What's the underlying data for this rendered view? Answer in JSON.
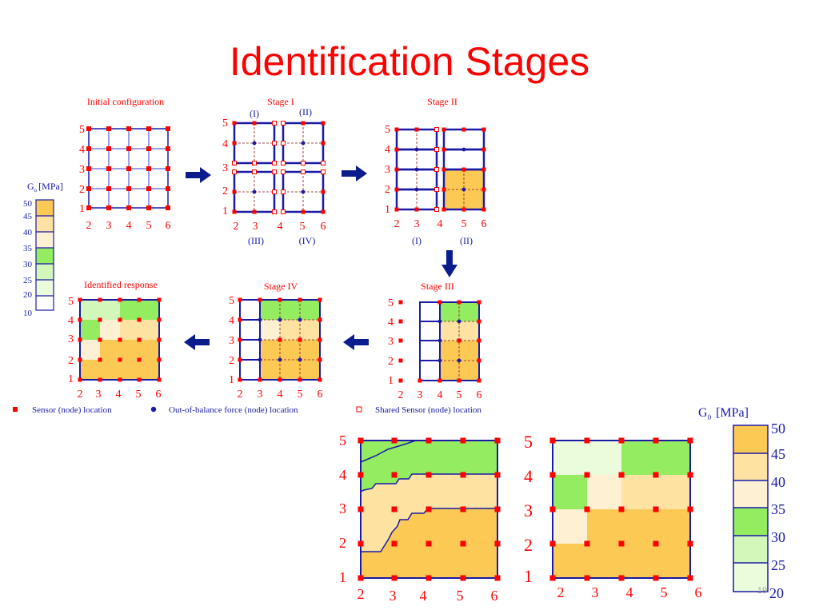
{
  "slide": {
    "title": "Identification Stages",
    "page_number": "19"
  },
  "panels": {
    "initial": "Initial configuration",
    "stage1": "Stage I",
    "stage2": "Stage II",
    "stage3": "Stage III",
    "stage4": "Stage IV",
    "identified": "Identified response"
  },
  "subgrid_labels": {
    "i": "(I)",
    "ii": "(II)",
    "iii": "(III)",
    "iv": "(IV)"
  },
  "axis_ticks": {
    "x": [
      "2",
      "3",
      "4",
      "5",
      "6"
    ],
    "y": [
      "1",
      "2",
      "3",
      "4",
      "5"
    ]
  },
  "legend": {
    "sensor": "Sensor (node) location",
    "force": "Out-of-balance force (node) location",
    "shared": "Shared Sensor (node) location"
  },
  "small_scale": {
    "title": "G",
    "title_sub": "o",
    "title_unit": "[MPa]",
    "ticks": [
      "50",
      "45",
      "40",
      "35",
      "30",
      "25",
      "20",
      "10"
    ]
  },
  "large_scale": {
    "title": "G",
    "title_sub": "0",
    "title_unit": "[MPa]",
    "ticks": [
      "50",
      "45",
      "40",
      "35",
      "30",
      "25",
      "20"
    ]
  },
  "colors": {
    "title": "#ff0000",
    "label_red": "#ff0000",
    "blue_grid": "#1a1aa6",
    "navy_arrow": "#0b1d8c",
    "fill_50": "#fcc955",
    "fill_45": "#fde2a2",
    "fill_40": "#fef0d2",
    "fill_35": "#94ec60",
    "fill_30": "#d1f7bb",
    "fill_25": "#eafcdb",
    "fill_20": "#ffffff"
  }
}
